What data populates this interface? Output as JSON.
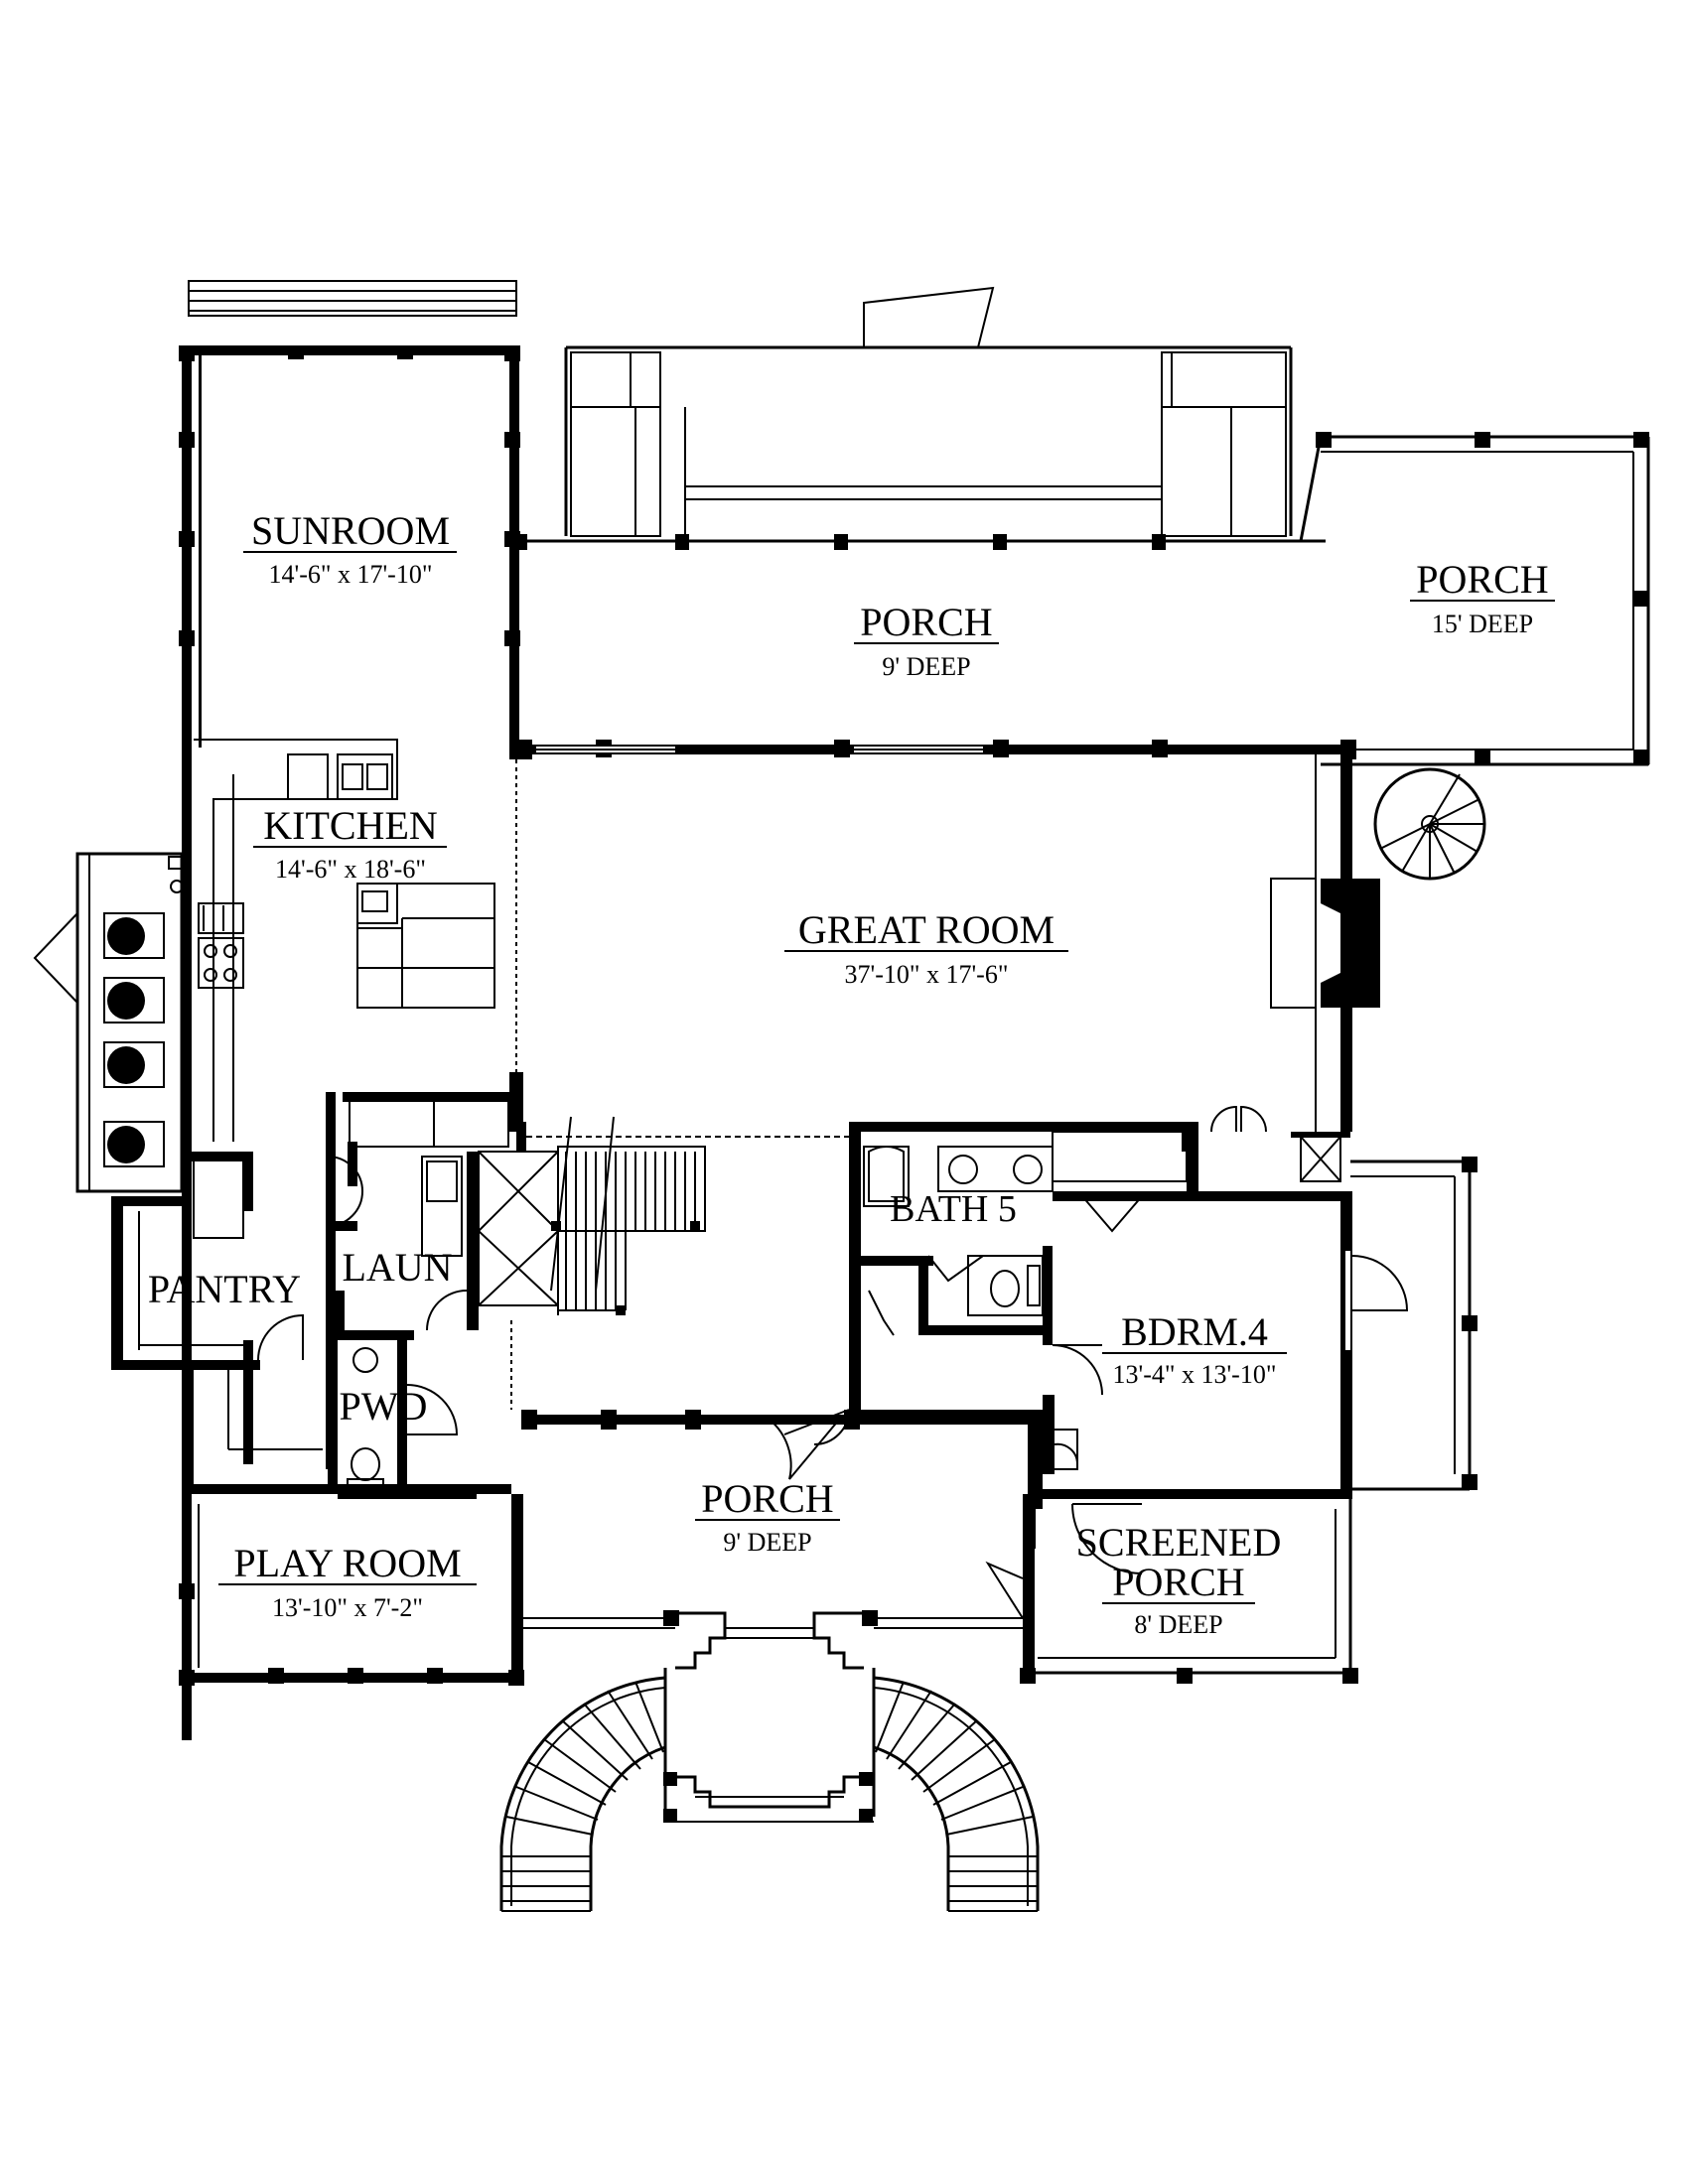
{
  "rooms": {
    "sunroom": {
      "name": "SUNROOM",
      "dim": "14'-6\" x 17'-10\""
    },
    "porch_rear": {
      "name": "PORCH",
      "dim": "9' DEEP"
    },
    "porch_side": {
      "name": "PORCH",
      "dim": "15' DEEP"
    },
    "kitchen": {
      "name": "KITCHEN",
      "dim": "14'-6\" x 18'-6\""
    },
    "great_room": {
      "name": "GREAT ROOM",
      "dim": "37'-10\" x 17'-6\""
    },
    "bath5": {
      "name": "BATH 5"
    },
    "bdrm4": {
      "name": "BDRM.4",
      "dim": "13'-4\" x 13'-10\""
    },
    "pantry": {
      "name": "PANTRY"
    },
    "laun": {
      "name": "LAUN"
    },
    "pwd": {
      "name": "PWD"
    },
    "play_room": {
      "name": "PLAY ROOM",
      "dim": "13'-10\" x 7'-2\""
    },
    "porch_front": {
      "name": "PORCH",
      "dim": "9' DEEP"
    },
    "screened_porch": {
      "name_line1": "SCREENED",
      "name_line2": "PORCH",
      "dim": "8' DEEP"
    }
  }
}
